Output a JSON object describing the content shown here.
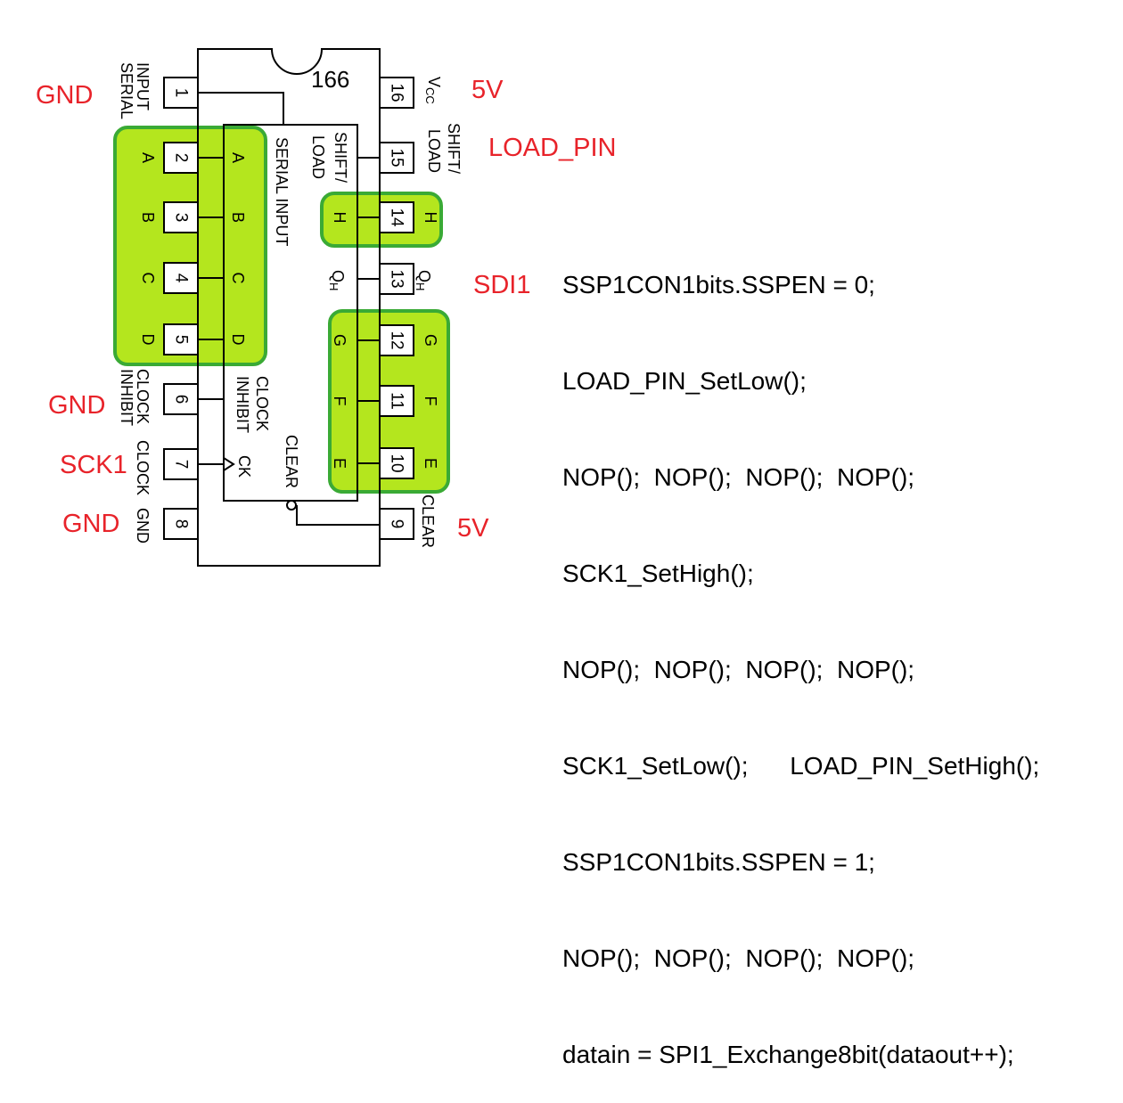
{
  "chip": {
    "part_number": "166"
  },
  "pins": [
    {
      "num": "1",
      "name": "SERIAL INPUT",
      "net": "GND"
    },
    {
      "num": "2",
      "name": "A"
    },
    {
      "num": "3",
      "name": "B"
    },
    {
      "num": "4",
      "name": "C"
    },
    {
      "num": "5",
      "name": "D"
    },
    {
      "num": "6",
      "name": "CLOCK INHIBIT",
      "net": "GND"
    },
    {
      "num": "7",
      "name": "CLOCK",
      "net": "SCK1"
    },
    {
      "num": "8",
      "name": "GND",
      "net": "GND"
    },
    {
      "num": "9",
      "name": "CLEAR",
      "net": "5V"
    },
    {
      "num": "10",
      "name": "E"
    },
    {
      "num": "11",
      "name": "F"
    },
    {
      "num": "12",
      "name": "G"
    },
    {
      "num": "13",
      "name": "QH",
      "net": "SDI1"
    },
    {
      "num": "14",
      "name": "H"
    },
    {
      "num": "15",
      "name": "SHIFT/ LOAD",
      "net": "LOAD_PIN"
    },
    {
      "num": "16",
      "name": "VCC",
      "net": "5V"
    }
  ],
  "internal_labels": {
    "serial_input": "SERIAL INPUT",
    "shift_load": "SHIFT/ LOAD",
    "clock_inhibit": "CLOCK INHIBIT",
    "clear": "CLEAR",
    "ck": "CK",
    "qh": "QH",
    "h": "H",
    "g": "G",
    "f": "F",
    "e": "E",
    "a": "A",
    "b": "B",
    "c": "C",
    "d": "D"
  },
  "net_labels": {
    "gnd_1": "GND",
    "gnd_6": "GND",
    "sck1": "SCK1",
    "gnd_8": "GND",
    "vcc_5v": "5V",
    "load_pin": "LOAD_PIN",
    "sdi1": "SDI1",
    "clear_5v": "5V"
  },
  "code_lines": [
    "SSP1CON1bits.SSPEN = 0;",
    "LOAD_PIN_SetLow();",
    "NOP();  NOP();  NOP();  NOP();",
    "SCK1_SetHigh();",
    "NOP();  NOP();  NOP();  NOP();",
    "SCK1_SetLow();      LOAD_PIN_SetHigh();",
    "SSP1CON1bits.SSPEN = 1;",
    "NOP();  NOP();  NOP();  NOP();",
    "datain = SPI1_Exchange8bit(dataout++);"
  ],
  "colors": {
    "highlight_fill": "#b4e61e",
    "highlight_border": "#3aaa35",
    "net_label": "#e8232a",
    "line": "#000000"
  }
}
